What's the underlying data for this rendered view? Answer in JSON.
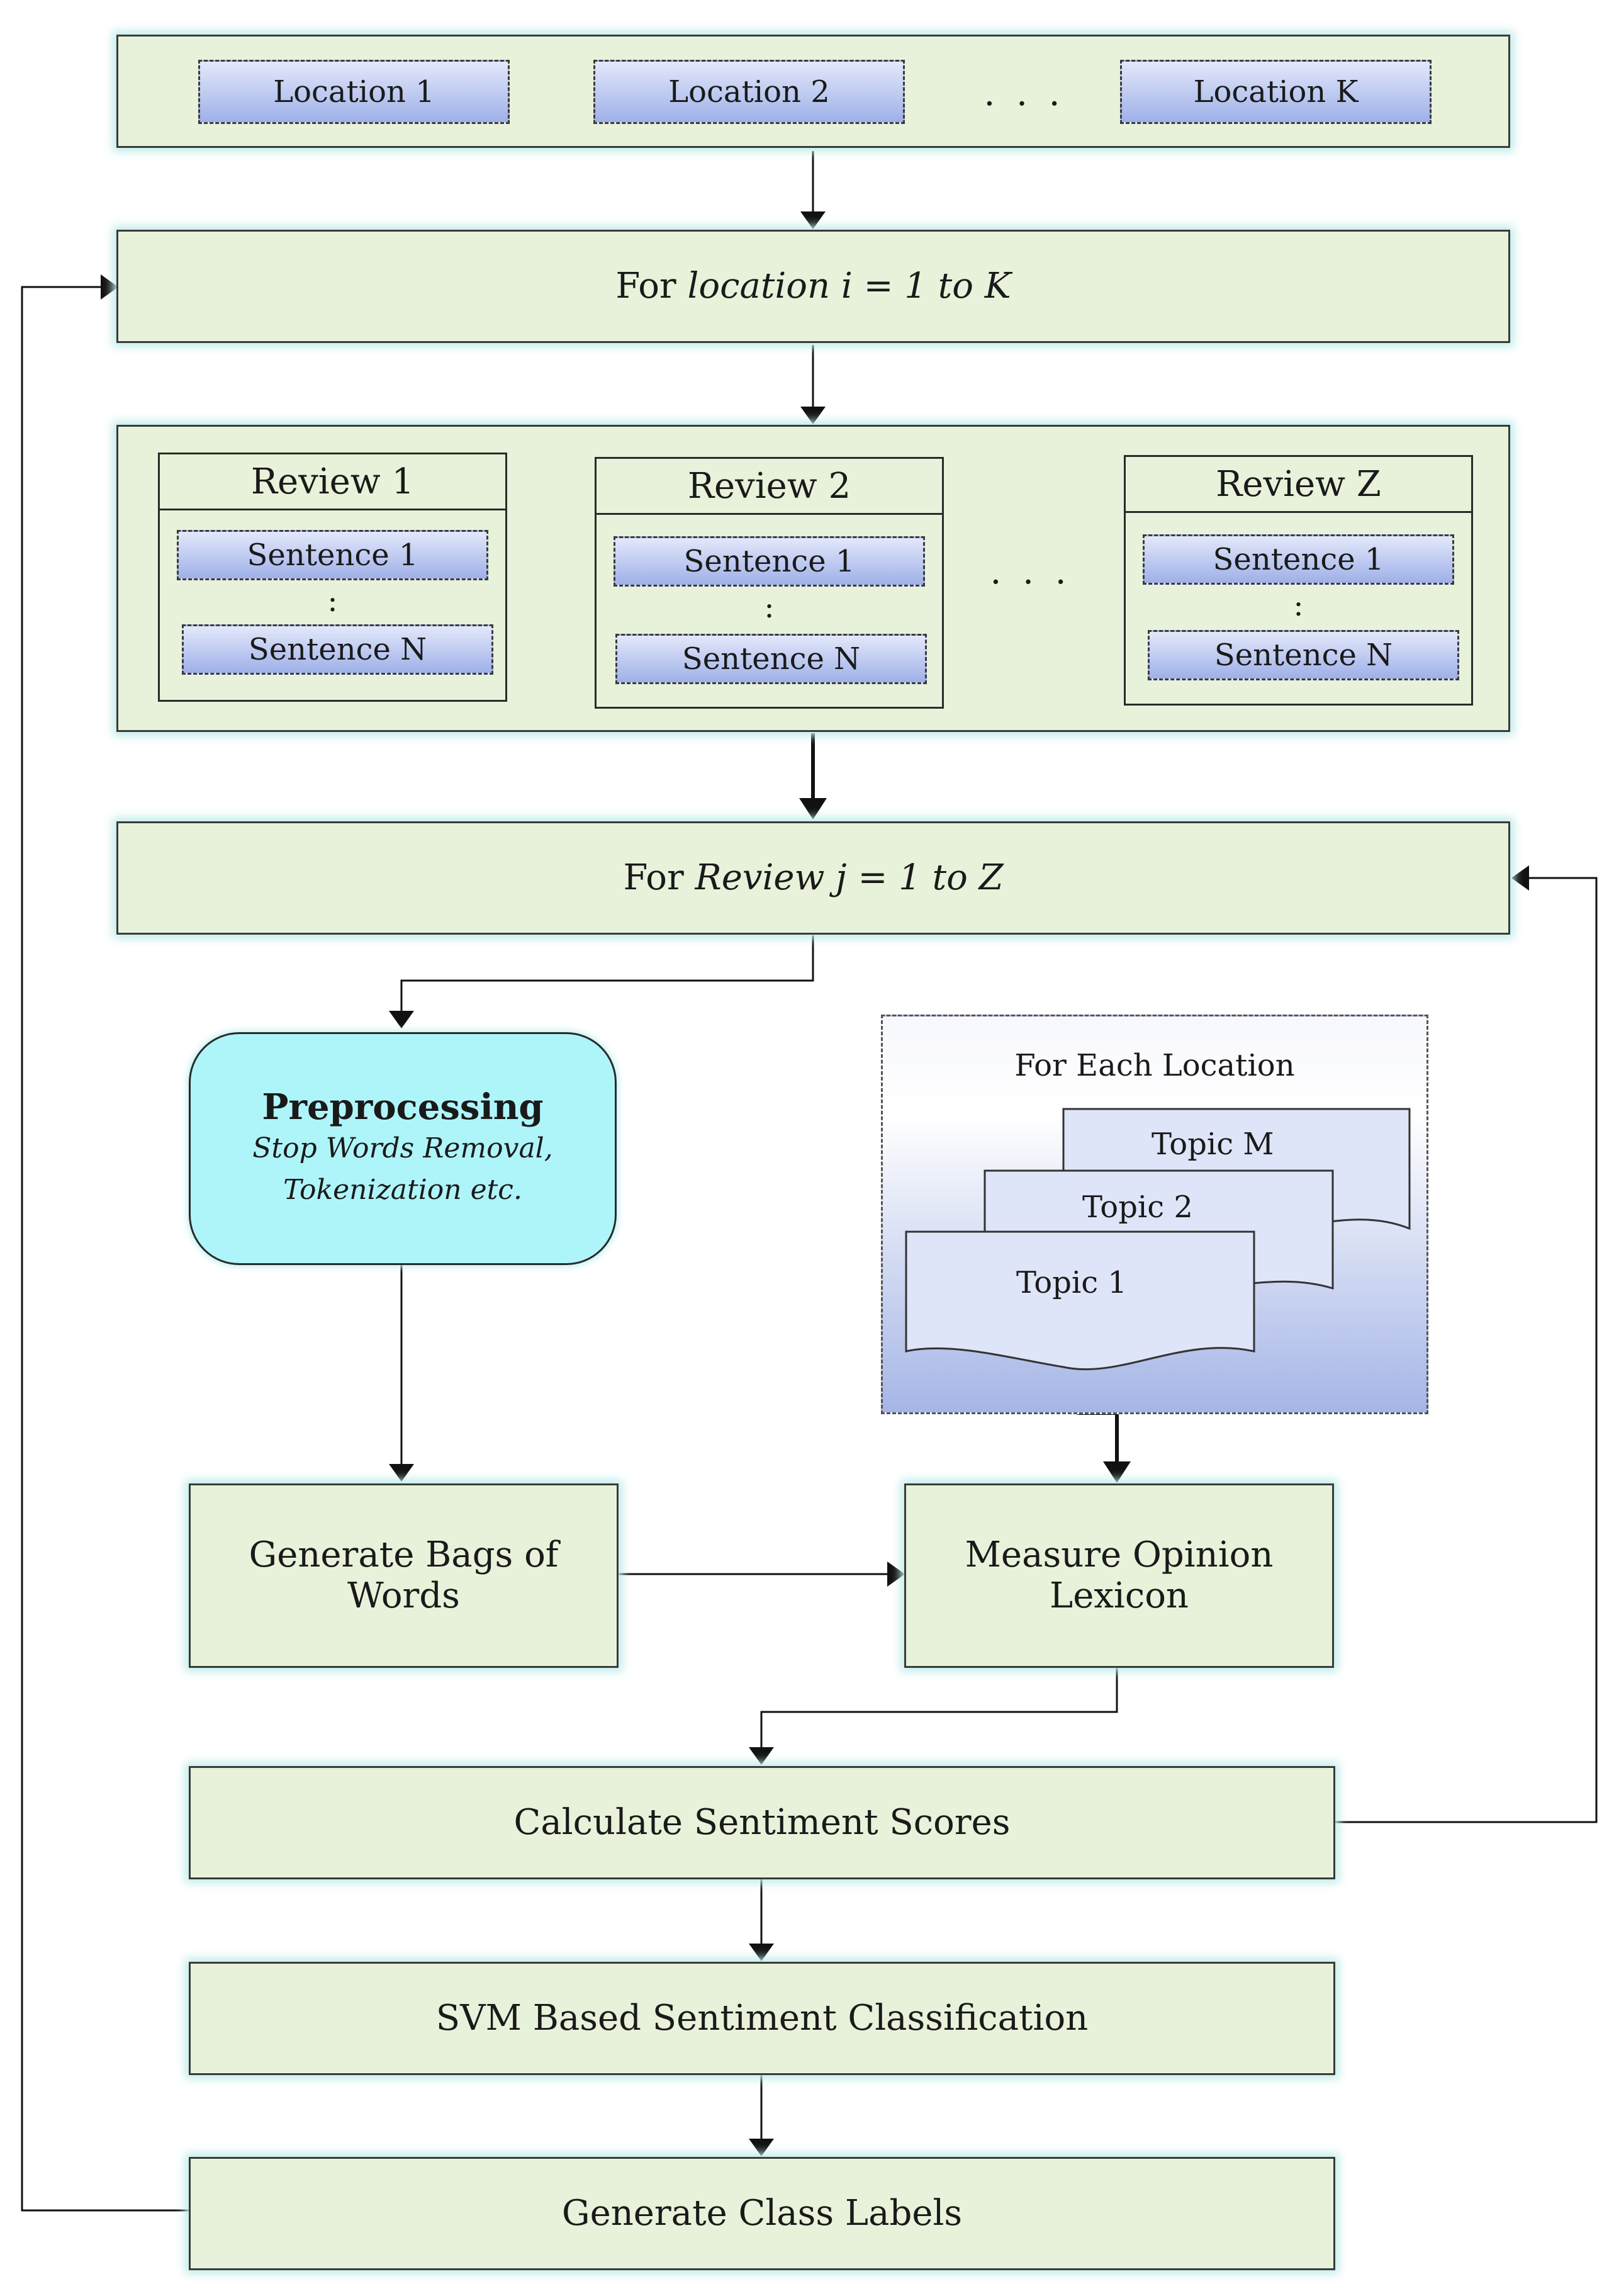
{
  "locations": {
    "items": [
      "Location 1",
      "Location 2",
      "Location K"
    ],
    "ellipsis": ". . ."
  },
  "loop_location": {
    "prefix": "For",
    "italic": "location i = 1 to K"
  },
  "reviews": {
    "items": [
      {
        "title": "Review 1",
        "first": "Sentence 1",
        "vdots": ":",
        "last": "Sentence N"
      },
      {
        "title": "Review 2",
        "first": "Sentence 1",
        "vdots": ":",
        "last": "Sentence N"
      },
      {
        "title": "Review Z",
        "first": "Sentence 1",
        "vdots": ":",
        "last": "Sentence N"
      }
    ],
    "ellipsis": ". . ."
  },
  "loop_review": {
    "prefix": "For",
    "italic": "Review j = 1 to Z"
  },
  "preprocessing": {
    "title": "Preprocessing",
    "line1": "Stop Words Removal,",
    "line2": "Tokenization etc."
  },
  "topics": {
    "heading": "For Each Location",
    "items": [
      "Topic M",
      "Topic 2",
      "Topic 1"
    ]
  },
  "bags_of_words": {
    "line1": "Generate Bags of",
    "line2": "Words"
  },
  "opinion_lexicon": {
    "line1": "Measure Opinion",
    "line2": "Lexicon"
  },
  "sentiment_scores": "Calculate Sentiment Scores",
  "svm_classification": "SVM Based Sentiment Classification",
  "class_labels": "Generate Class Labels",
  "colors": {
    "panel_fill": "#e8f2da",
    "panel_glow": "#bfece9",
    "chip_gradient_top": "#e3e8fa",
    "chip_gradient_bottom": "#9eb0e8",
    "preprocessing_fill": "#aef5fa",
    "topic_fill": "#dfe5f8"
  }
}
